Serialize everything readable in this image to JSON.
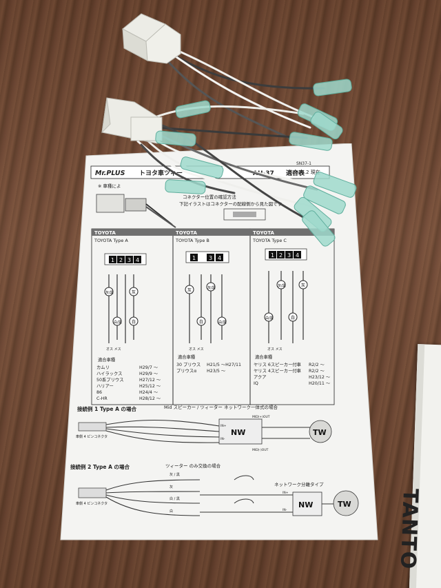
{
  "sheet": {
    "logo": "Mr.PLUS",
    "doc_code": "SN37-1",
    "title_start": "トヨタ車ツィー",
    "title_model": "AH-37",
    "title_end": "適合表",
    "date": "2021.2 現在",
    "note_1": "※ 車種によ",
    "note_2": "コネクター位置の確認方法",
    "note_3": "下記イラストはコネクターの配線側から見た図です",
    "brand": "TOYOTA",
    "types": [
      {
        "label": "TOYOTA Type A",
        "pins": [
          "1",
          "2",
          "3",
          "4"
        ],
        "wires": [
          "灰/黒",
          "灰",
          "白/黒",
          "白"
        ],
        "sub": "オス メス",
        "heading": "適合車種",
        "models": [
          [
            "カムリ",
            "H29/7 〜"
          ],
          [
            "ハイラックス",
            "H29/9 〜"
          ],
          [
            "50系プリウス",
            "H27/12 〜"
          ],
          [
            "ハリアー",
            "H25/12 〜"
          ],
          [
            "86",
            "H24/4 〜"
          ],
          [
            "C-HR",
            "H28/12 〜"
          ]
        ]
      },
      {
        "label": "TOYOTA Type B",
        "pins": [
          "1",
          "3",
          "4"
        ],
        "wires": [
          "灰",
          "灰/黒",
          "白",
          "白/黒"
        ],
        "sub": "オス メス",
        "heading": "適合車種",
        "models": [
          [
            "30 プリウス",
            "H21/5 〜H27/11"
          ],
          [
            "プリウスα",
            "H23/5 〜"
          ]
        ]
      },
      {
        "label": "TOYOTA Type C",
        "pins": [
          "1",
          "2",
          "3",
          "4"
        ],
        "wires": [
          "灰/黒",
          "灰",
          "白/黒",
          "白"
        ],
        "sub": "オス メス",
        "heading": "適合車種",
        "models": [
          [
            "ヤリス 6スピーカー付車",
            "R2/2 〜"
          ],
          [
            "ヤリス 4スピーカー付車",
            "R2/2 〜"
          ],
          [
            "アクア",
            "H23/12 〜"
          ],
          [
            "IQ",
            "H20/11 〜"
          ]
        ]
      }
    ],
    "example1": {
      "title": "接続例 1 Type A の場合",
      "subtitle": "Mid スピーカー / ツィーター ネットワーク一体式の場合",
      "connector": "車側 4 ピンコネクタ",
      "nw": "NW",
      "tw": "TW",
      "ports": [
        "MID(+)OUT",
        "IN+",
        "IN-",
        "MID(-)OUT"
      ]
    },
    "example2": {
      "title": "接続例 2 Type A の場合",
      "subtitle": "ツィーター のみ交換の場合",
      "connector": "車側 4 ピンコネクタ",
      "network_label": "ネットワーク分離タイプ",
      "nw": "NW",
      "tw": "TW",
      "wires": [
        "灰 / 黒",
        "灰",
        "白 / 黒",
        "白"
      ],
      "ports": [
        "IN+",
        "IN-"
      ]
    }
  },
  "book": {
    "spine_text": "TANTO"
  },
  "colors": {
    "wood": "#6b4530",
    "paper": "#f4f4f2",
    "ink": "#1a1a1a",
    "grey_bar": "#6f6f6f",
    "connector": "#efefe9",
    "terminal": "#9fd9cc"
  }
}
